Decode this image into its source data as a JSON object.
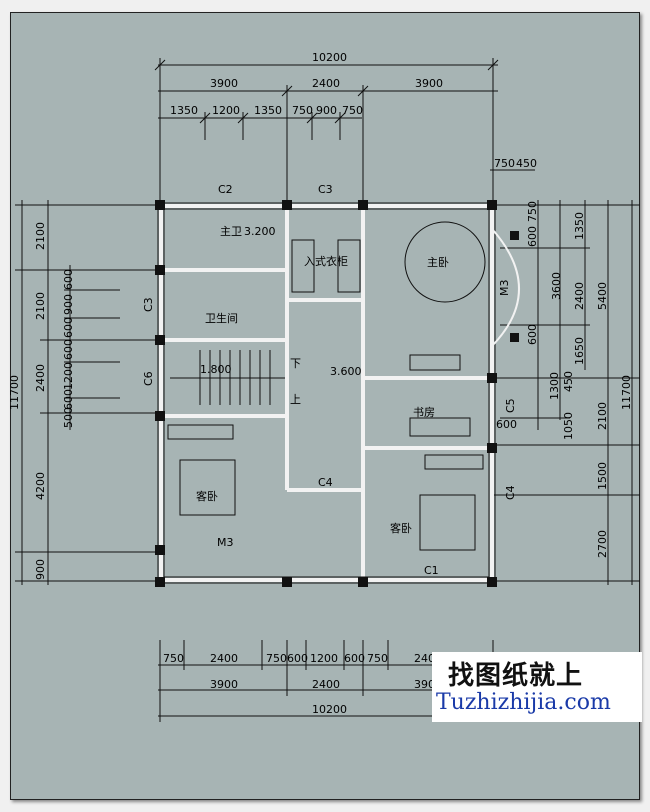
{
  "plan": {
    "top_total": "10200",
    "top_mid": [
      "3900",
      "2400",
      "3900"
    ],
    "top_inner": [
      "1350",
      "1200",
      "1350",
      "750",
      "900",
      "750"
    ],
    "top_right_small": [
      "750",
      "450"
    ],
    "bottom_inner": [
      "750",
      "2400",
      "750",
      "600",
      "1200",
      "600",
      "750",
      "240"
    ],
    "bottom_mid": [
      "3900",
      "2400",
      "390"
    ],
    "bottom_total": "10200",
    "left_outer_total": "11700",
    "left_main": [
      "2100",
      "2100",
      "2400",
      "4200",
      "900"
    ],
    "left_inner": [
      "600",
      "900",
      "600",
      "600",
      "1200",
      "600",
      "500"
    ],
    "right_outer_total": "11700",
    "right_main": [
      "5400",
      "2100",
      "1500",
      "2700"
    ],
    "right_mid": [
      "1350",
      "2400",
      "1650",
      "1300"
    ],
    "right_inner": [
      "600",
      "750",
      "3600",
      "600",
      "450",
      "600",
      "1050"
    ],
    "windows": [
      "C2",
      "C3",
      "C3",
      "C6",
      "C4",
      "C5",
      "C4",
      "C1",
      "M3",
      "M3"
    ],
    "rooms": {
      "master_bath": "主卫",
      "walk_in": "入式衣柜",
      "master_bed": "主卧",
      "bathroom": "卫生间",
      "study": "书房",
      "guest_left": "客卧",
      "guest_right": "客卧"
    },
    "elevations": [
      "3.200",
      "1.800",
      "3.600"
    ],
    "stair_marks": [
      "下",
      "上"
    ]
  },
  "watermark": {
    "cn": "找图纸就上",
    "en": "Tuzhizhijia.com"
  }
}
